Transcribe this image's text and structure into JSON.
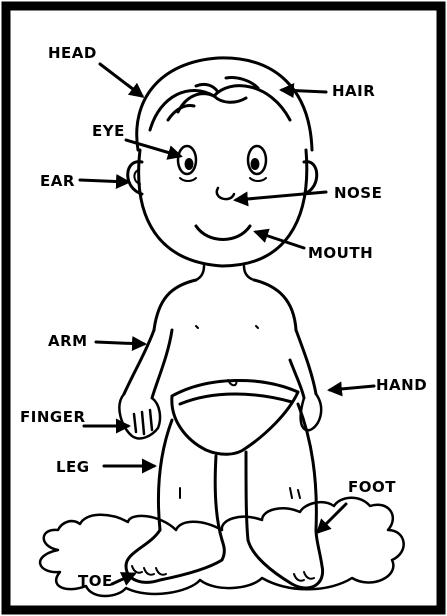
{
  "labels": {
    "head": "HEAD",
    "hair": "HAIR",
    "eye": "EYE",
    "ear": "EAR",
    "nose": "NOSE",
    "mouth": "MOUTH",
    "arm": "ARM",
    "hand": "HAND",
    "finger": "FINGER",
    "leg": "LEG",
    "foot": "FOOT",
    "toe": "TOE"
  }
}
